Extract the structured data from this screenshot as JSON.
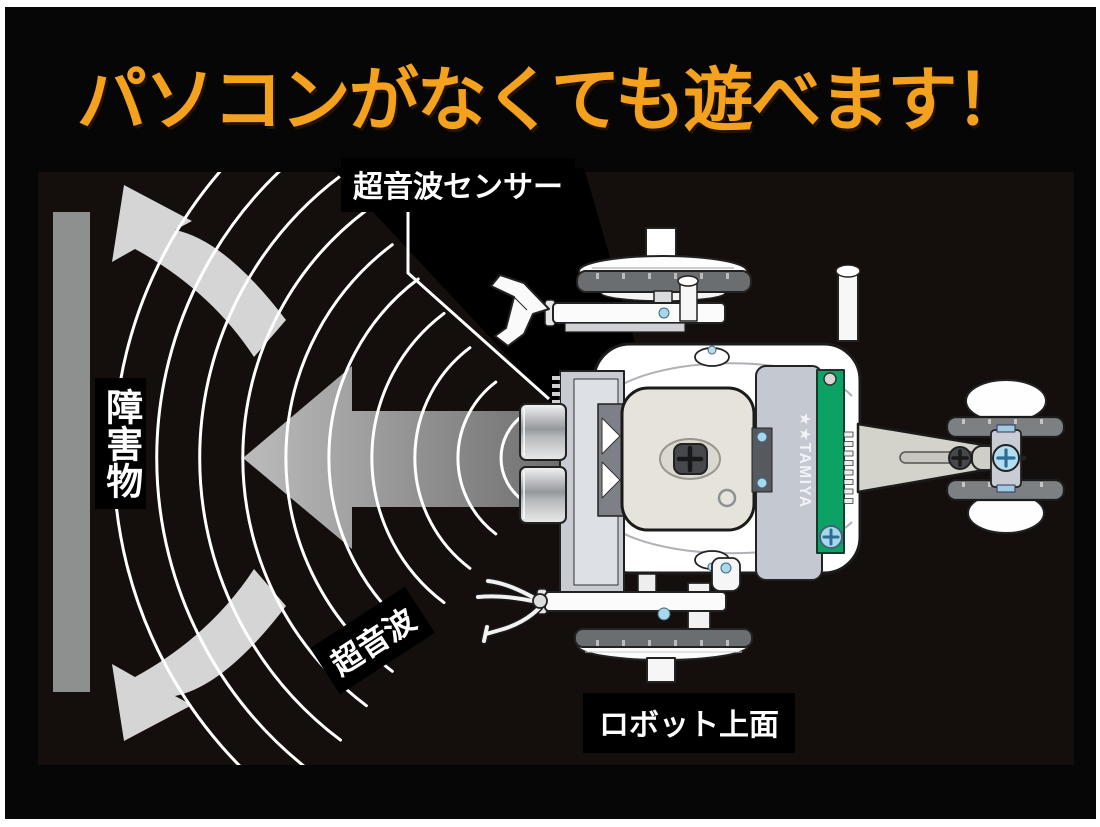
{
  "headline": {
    "text": "パソコンがなくても遊べます！",
    "color": "#F4A11D"
  },
  "diagram": {
    "sensor_label": "超音波センサー",
    "obstacle_label": "障害物",
    "wave_label": "超音波",
    "topview_label": "ロボット上面",
    "robot_brand_logo": "★★TAMIYA"
  },
  "colors": {
    "frame_background": "#060606",
    "panel_background": "#140E0C",
    "headline_orange": "#F4A11D",
    "obstacle_bar_gray": "#8E9090",
    "wave_arc_white": "#FFFFFF",
    "approach_arrow_gray": "#9E9E9E",
    "deflect_arrow_gray": "#D5D5D5",
    "pcb_green": "#0CA266",
    "robot_body_white": "#FFFFFF"
  }
}
